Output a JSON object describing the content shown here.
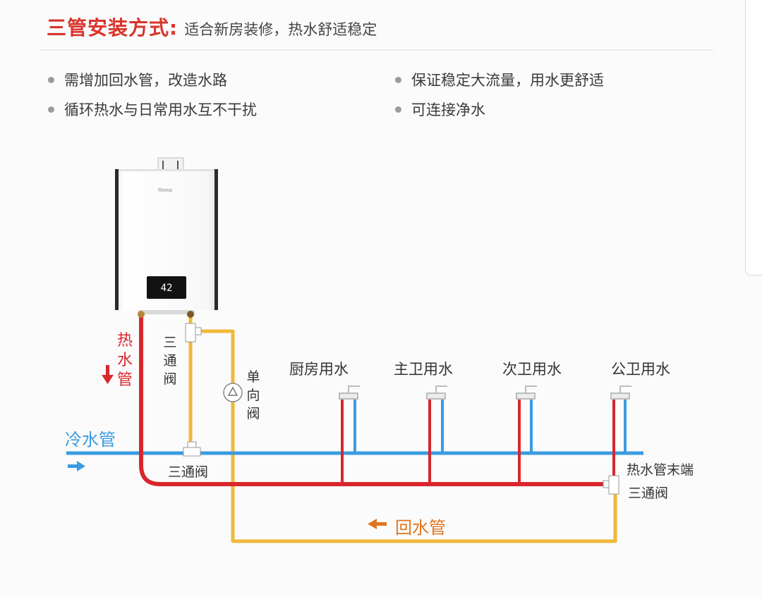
{
  "header": {
    "title": "三管安装方式:",
    "subtitle": "适合新房装修，热水舒适稳定"
  },
  "bullets": {
    "left": [
      "需增加回水管，改造水路",
      "循环热水与日常用水互不干扰"
    ],
    "right": [
      "保证稳定大流量，用水更舒适",
      "可连接净水"
    ]
  },
  "heater": {
    "display": "42",
    "brand": "Rinnai"
  },
  "labels": {
    "hot_pipe": "热水管",
    "cold_pipe": "冷水管",
    "return_pipe": "回水管",
    "tee_top": "三通阀",
    "tee_bottom": "三通阀",
    "check_valve": "单向阀",
    "hot_end": "热水管末端",
    "tee_end": "三通阀",
    "fixtures": [
      "厨房用水",
      "主卫用水",
      "次卫用水",
      "公卫用水"
    ]
  },
  "colors": {
    "title_red": "#d9342b",
    "hot": "#d8262c",
    "cold": "#3a9be0",
    "return": "#f0b83a",
    "return_label": "#e0751f"
  }
}
